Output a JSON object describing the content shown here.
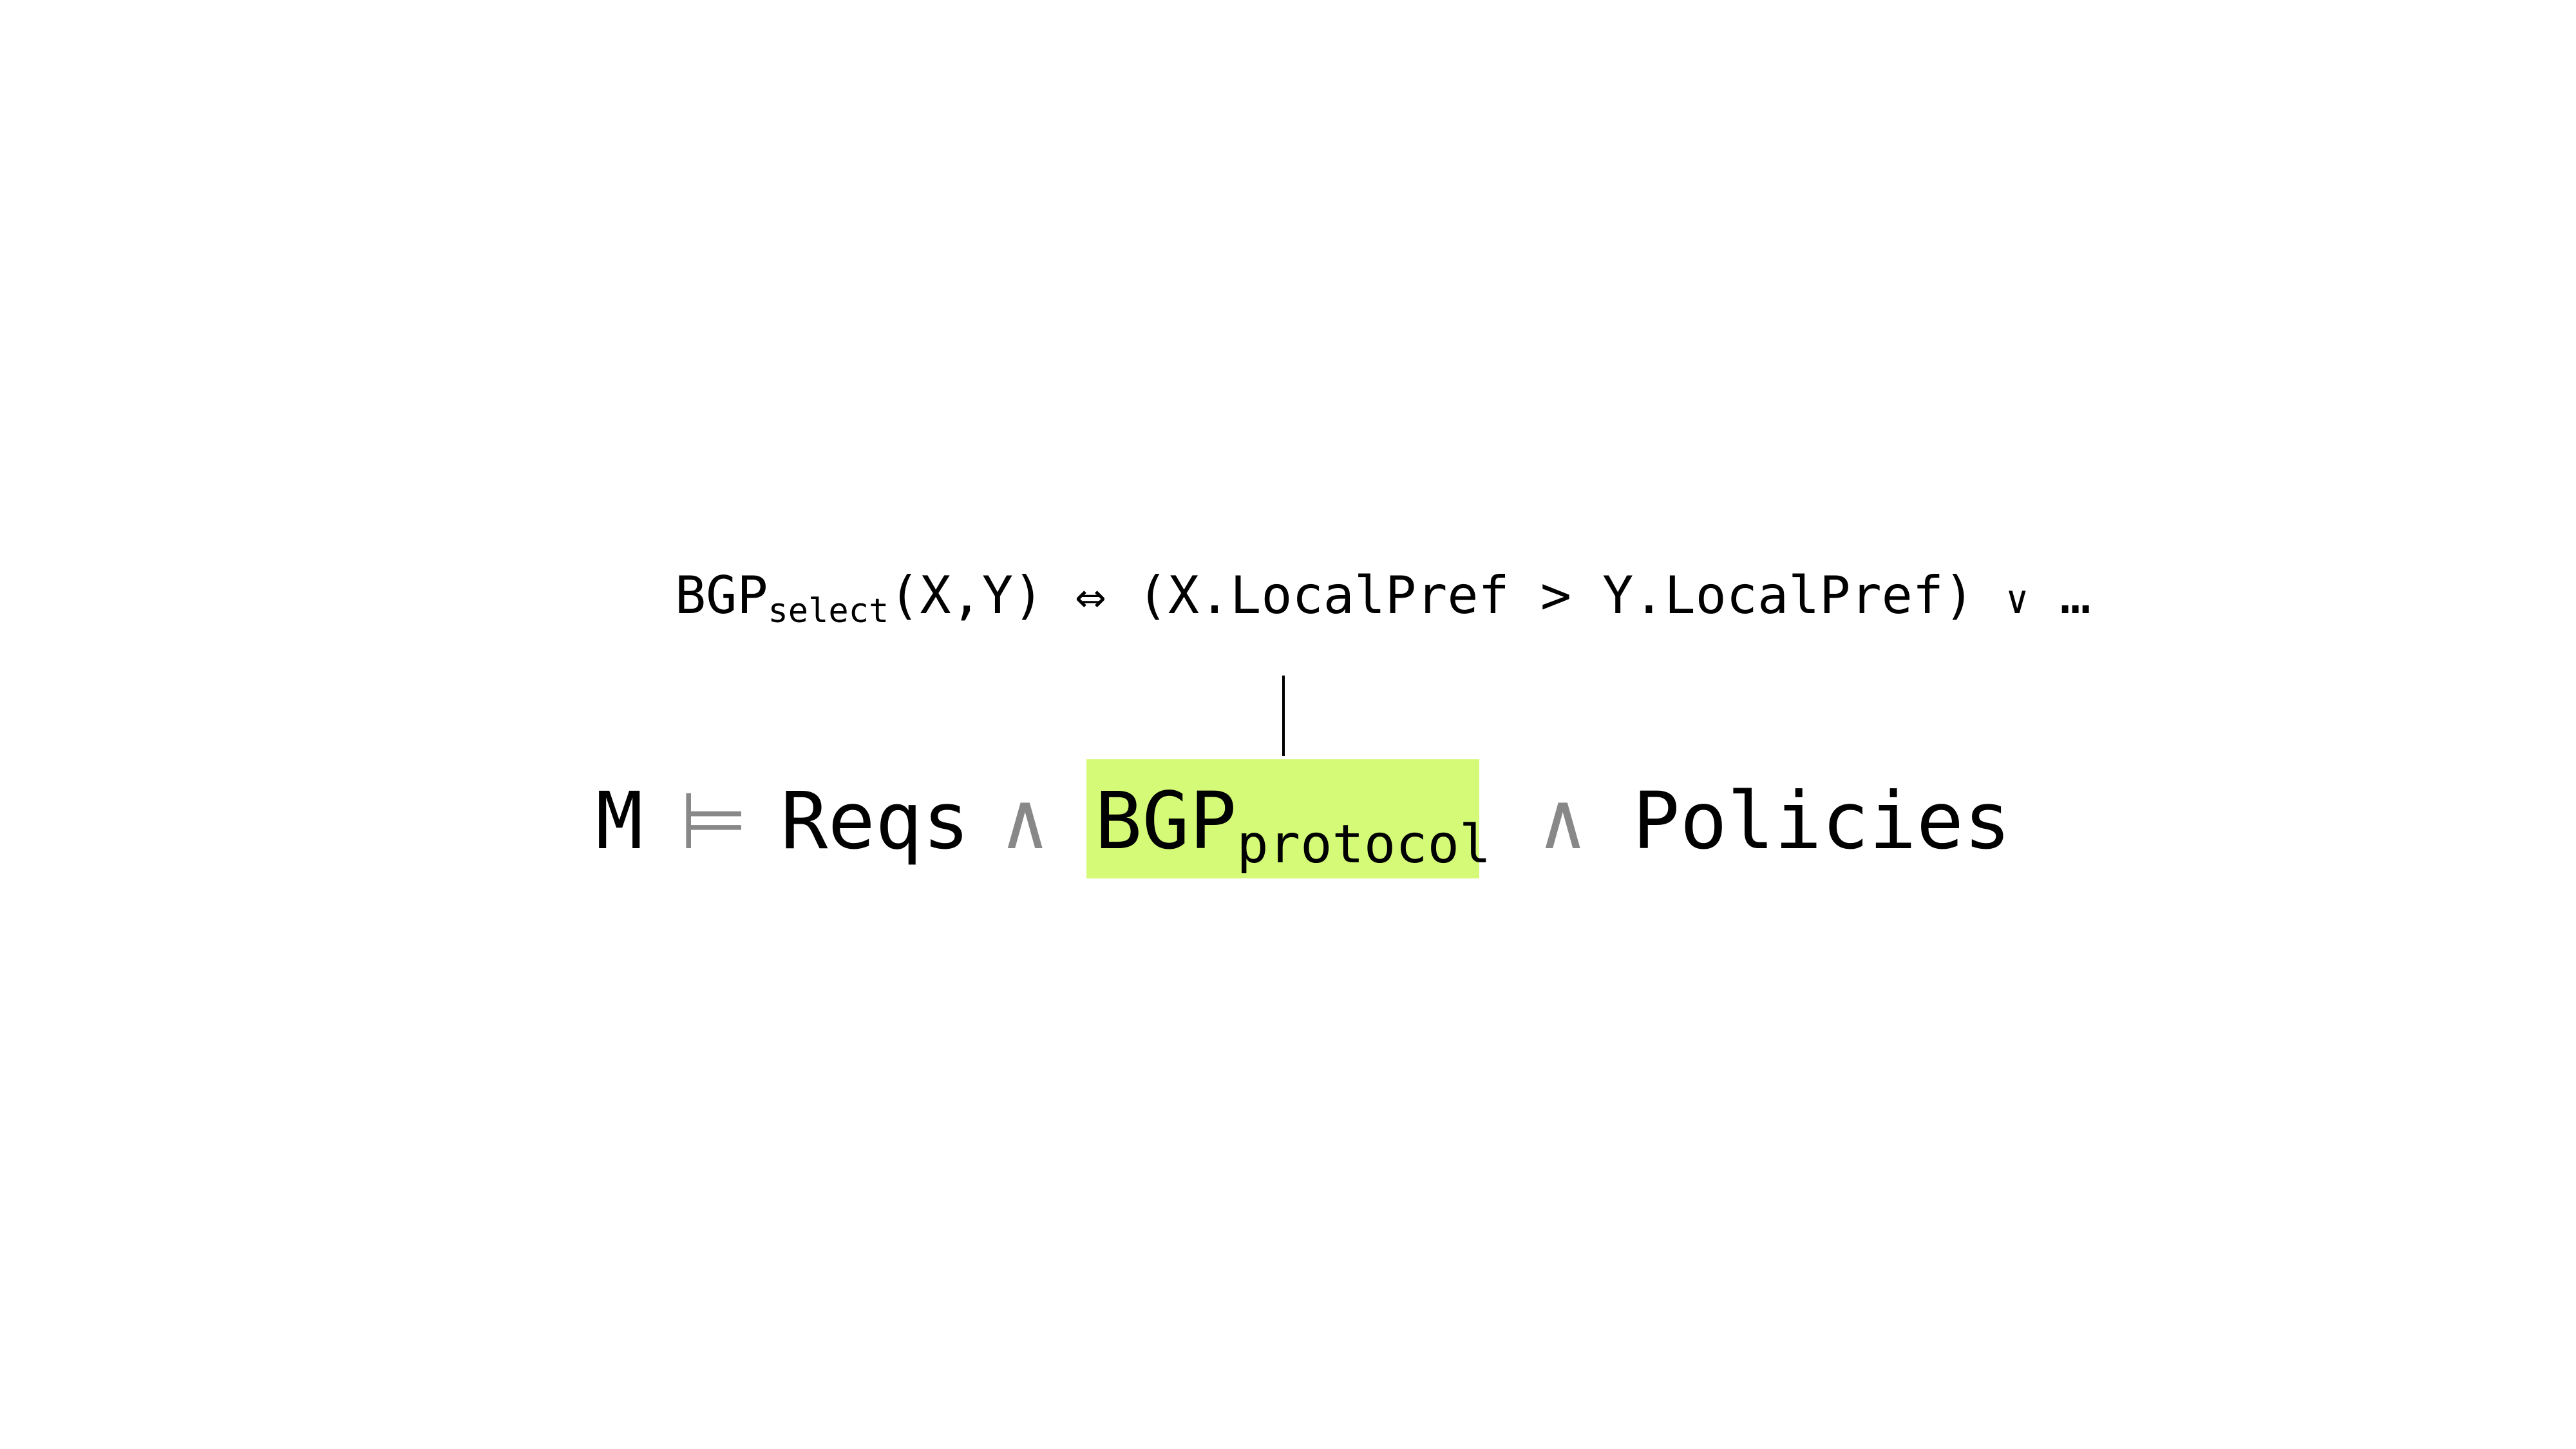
{
  "definition": {
    "head": "BGP",
    "head_sub": "select",
    "args": "(X,Y)",
    "iff": "⇔",
    "body": "(X.LocalPref > Y.LocalPref)",
    "or": "∨",
    "ellipsis": "…"
  },
  "formula": {
    "model": "M",
    "entails": "⊨",
    "reqs": "Reqs",
    "and1": "∧",
    "bgp": "BGP",
    "bgp_sub": "protocol",
    "and2": "∧",
    "policies": "Policies"
  },
  "colors": {
    "highlight": "#d4fa77",
    "operator": "#888888"
  }
}
